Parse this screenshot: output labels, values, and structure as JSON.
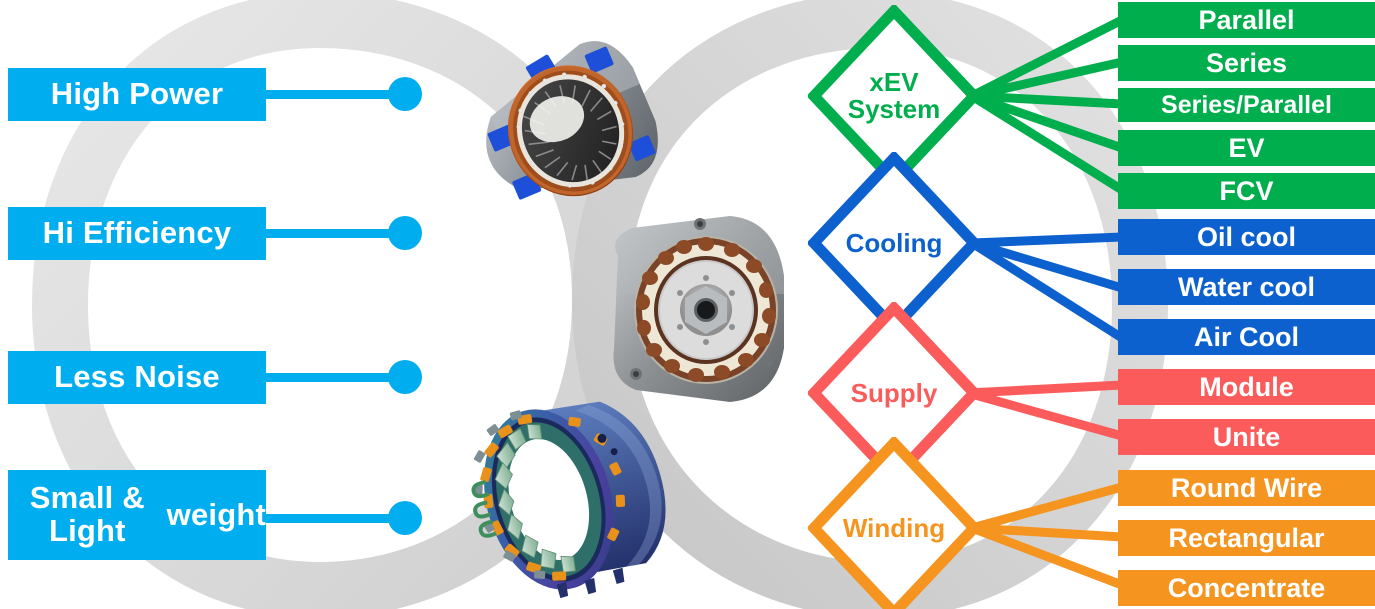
{
  "colors": {
    "light_blue": "#00AEEF",
    "green": "#00AE4D",
    "blue": "#0C61CE",
    "red": "#FB5B5B",
    "orange": "#F5941E",
    "background_gray": "#D6D6D6",
    "white": "#FFFFFF"
  },
  "benefits": [
    {
      "label": "High Power",
      "color": "#00AEEF"
    },
    {
      "label": "Hi Efficiency",
      "color": "#00AEEF"
    },
    {
      "label": "Less Noise",
      "color": "#00AEEF"
    },
    {
      "label": "Small & Light weight",
      "line1": "Small & Light",
      "line2": "weight",
      "color": "#00AEEF"
    }
  ],
  "photos": [
    {
      "name": "hairpin-stator-photo",
      "caption": ""
    },
    {
      "name": "motor-assembly-photo",
      "caption": ""
    },
    {
      "name": "segment-core-stator-photo",
      "caption": ""
    }
  ],
  "categories": [
    {
      "key": "xev-system",
      "label": "xEV System",
      "line1": "xEV",
      "line2": "System",
      "color": "#00AE4D",
      "options": [
        "Parallel",
        "Series",
        "Series/Parallel",
        "EV",
        "FCV"
      ]
    },
    {
      "key": "cooling",
      "label": "Cooling",
      "line1": "Cooling",
      "line2": "",
      "color": "#0C61CE",
      "options": [
        "Oil cool",
        "Water cool",
        "Air Cool"
      ]
    },
    {
      "key": "supply",
      "label": "Supply",
      "line1": "Supply",
      "line2": "",
      "color": "#FB5B5B",
      "options": [
        "Module",
        "Unite"
      ]
    },
    {
      "key": "winding",
      "label": "Winding",
      "line1": "Winding",
      "line2": "",
      "color": "#F5941E",
      "options": [
        "Round Wire",
        "Rectangular",
        "Concentrate"
      ]
    }
  ]
}
